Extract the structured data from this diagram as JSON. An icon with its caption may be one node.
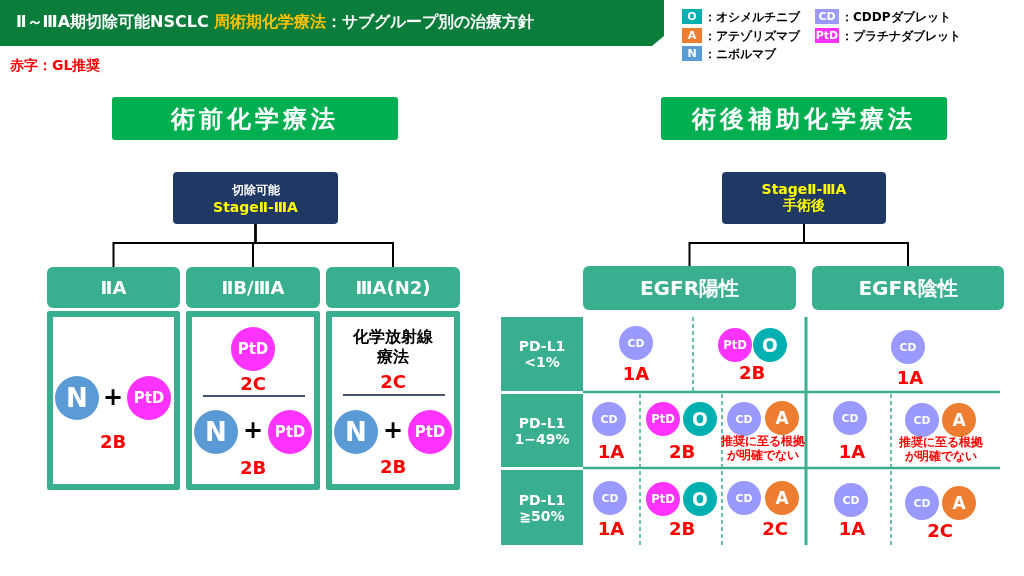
{
  "diagram": {
    "title": "Ⅱ～ⅢA期切除可能NSCLC **周術期化学療法**：サブグループ別の治療方針",
    "nodes": [
      {
        "text": [
          "術前化学療法"
        ]
      },
      {
        "text": [
          "切除可能",
          "StageⅡ-ⅢA"
        ]
      },
      {
        "text": [
          "ⅡA"
        ]
      },
      {
        "text": [
          "ⅡB/ⅢA"
        ]
      },
      {
        "text": [
          "ⅢA(N2)"
        ]
      },
      {
        "text": [
          "2B"
        ]
      },
      {
        "text": [
          "N"
        ],
        "in": 5
      },
      {
        "text": [
          "PtD"
        ],
        "in": 5
      },
      {
        "text": [
          "2C",
          "2B"
        ]
      },
      {
        "text": [
          "PtD"
        ],
        "in": 8
      },
      {
        "text": [
          "N"
        ],
        "in": 8
      },
      {
        "text": [
          "PtD"
        ],
        "in": 8
      },
      {
        "text": [
          "化学放射線療法",
          "2C",
          "2B"
        ]
      },
      {
        "text": [
          "N"
        ],
        "in": 12
      },
      {
        "text": [
          "PtD"
        ],
        "in": 12
      },
      {
        "text": [
          "術後補助化学療法"
        ]
      },
      {
        "text": [
          "StageⅡ-ⅢA",
          "手術後"
        ]
      },
      {
        "text": [
          "EGFR陽性"
        ]
      },
      {
        "text": [
          "EGFR陰性"
        ]
      },
      {
        "text": [
          "PD-L1 <1%"
        ]
      },
      {
        "text": [
          "CD"
        ]
      },
      {
        "text": [
          "PtD"
        ]
      },
      {
        "text": [
          "O"
        ]
      },
      {
        "text": [
          "CD"
        ]
      },
      {
        "text": [
          "PD-L1 1−49%"
        ]
      },
      {
        "text": [
          "CD"
        ]
      },
      {
        "text": [
          "PtD"
        ]
      },
      {
        "text": [
          "O"
        ]
      },
      {
        "text": [
          "CD"
        ]
      },
      {
        "text": [
          "A"
        ]
      },
      {
        "text": [
          "CD"
        ]
      },
      {
        "text": [
          "CD"
        ]
      },
      {
        "text": [
          "A"
        ]
      },
      {
        "text": [
          "PD-L1 ≧50%"
        ]
      },
      {
        "text": [
          "CD"
        ]
      },
      {
        "text": [
          "PtD"
        ]
      },
      {
        "text": [
          "O"
        ]
      },
      {
        "text": [
          "CD"
        ]
      },
      {
        "text": [
          "A"
        ]
      },
      {
        "text": [
          "CD"
        ]
      },
      {
        "text": [
          "CD"
        ]
      },
      {
        "text": [
          "A"
        ]
      }
    ],
    "edges": [
      {
        "from": 1,
        "to": 2,
        "arrow": "none"
      },
      {
        "from": 1,
        "to": 3,
        "arrow": "none"
      },
      {
        "from": 1,
        "to": 4,
        "arrow": "none"
      },
      {
        "from": 16,
        "to": 17,
        "arrow": "none"
      },
      {
        "from": 16,
        "to": 18,
        "arrow": "none"
      }
    ],
    "labels": [
      "赤字：GL推奨",
      "O",
      "CD",
      "A",
      "PtD",
      "N",
      "+",
      "+",
      "+",
      "1A",
      "2B",
      "1A",
      "1A",
      "2B",
      "推奨に至る根拠が明確でない",
      "1A",
      "推奨に至る根拠が明確でない",
      "1A",
      "2B",
      "2C",
      "1A",
      "2C"
    ],
    "legend": [
      {
        "text": "：オシメルチニブ",
        "color": "#00b0b0"
      },
      {
        "text": "：CDDPダブレット",
        "color": "#9999ff"
      },
      {
        "text": "：アテゾリズマブ",
        "color": "#ed7d31"
      },
      {
        "text": "：プラチナダブレット",
        "color": "#ff33ff"
      },
      {
        "text": "：ニボルマブ",
        "color": "#5b9bd5"
      }
    ]
  }
}
